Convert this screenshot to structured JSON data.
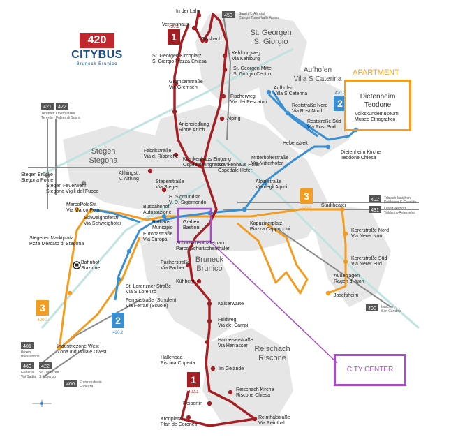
{
  "logo": {
    "route_number": "420",
    "name": "CITYBUS",
    "subtitle": "Bruneck Brunico"
  },
  "districts": [
    {
      "l1": "St. Georgen",
      "l2": "S. Giorgio"
    },
    {
      "l1": "Aufhofen",
      "l2": "Villa S Caterina"
    },
    {
      "l1": "Stegen",
      "l2": "Stegona"
    },
    {
      "l1": "Bruneck",
      "l2": "Brunico"
    },
    {
      "l1": "Reischach",
      "l2": "Riscone"
    }
  ],
  "apartment": {
    "label": "APARTMENT",
    "line1": "Dietenheim",
    "line2": "Teodone"
  },
  "city_center": {
    "label": "CITY CENTER"
  },
  "route_badges": [
    {
      "number": "1",
      "sub": "420.1"
    },
    {
      "number": "1",
      "sub": "420.1"
    },
    {
      "number": "2",
      "sub": "420.2"
    },
    {
      "number": "2",
      "sub": "420.2"
    },
    {
      "number": "3",
      "sub": "420.3"
    },
    {
      "number": "3",
      "sub": "420.3"
    }
  ],
  "regional_lines": [
    {
      "number": "450",
      "l1": "Sand i.T.-Ahrntal",
      "l2": "Campo Tures-Valle Aurina"
    },
    {
      "number": "421",
      "l1": "Terenten",
      "l2": "Terento"
    },
    {
      "number": "422",
      "l1": "Oberpfalzen",
      "l2": "Falzes di Sopra"
    },
    {
      "number": "402",
      "l1": "Toblach-Innichen",
      "l2": "Dobbiaco-S.Candido"
    },
    {
      "number": "431",
      "l1": "Olang-Antholz",
      "l2": "Valdaora-Anterselva"
    },
    {
      "number": "400",
      "l1": "Innichen",
      "l2": "San Candido"
    },
    {
      "number": "401",
      "l1": "Brixen",
      "l2": "Bressanone"
    },
    {
      "number": "460",
      "l1": "Gadertal",
      "l2": "Val Badia"
    },
    {
      "number": "422",
      "l1": "St. Lorenzen",
      "l2": "S. Lorenzo"
    },
    {
      "number": "400",
      "l1": "Franzensfeste",
      "l2": "Fortezza"
    }
  ],
  "stops": [
    {
      "l1": "In der Lahn",
      "l2": ""
    },
    {
      "l1": "Vereinshaus",
      "l2": ""
    },
    {
      "l1": "Gissbach",
      "l2": ""
    },
    {
      "l1": "St. Georgen Kirchplatz",
      "l2": "S. Giorgio Piazza Chiesa"
    },
    {
      "l1": "Kehlburgweg",
      "l2": "Via Kehlburg"
    },
    {
      "l1": "St. Georgen Mitte",
      "l2": "S. Giorgio Centro"
    },
    {
      "l1": "Gremsenstraße",
      "l2": "Via Gremsen"
    },
    {
      "l1": "Fischerweg",
      "l2": "Via dei Pescatori"
    },
    {
      "l1": "Alping",
      "l2": ""
    },
    {
      "l1": "Anichsiedlung",
      "l2": "Rione Anich"
    },
    {
      "l1": "Fabrikstraße",
      "l2": "Via d. Ribbriche"
    },
    {
      "l1": "Krankenhaus Eingang",
      "l2": "Ospedale Ingresso"
    },
    {
      "l1": "Krankenhaus Hofer",
      "l2": "Ospedale Hofer"
    },
    {
      "l1": "Mitterhoferstraße",
      "l2": "Via Mitterhofer"
    },
    {
      "l1": "Hebenstreit",
      "l2": ""
    },
    {
      "l1": "Aufhofen",
      "l2": "Villa S Caterina"
    },
    {
      "l1": "Roststraße Nord",
      "l2": "Via Rost Nord"
    },
    {
      "l1": "Roststraße Süd",
      "l2": "Via Rost Sud"
    },
    {
      "l1": "Volkskundemuseum",
      "l2": "Museo Etnografico"
    },
    {
      "l1": "Dietenheim Kirche",
      "l2": "Teodone Chiesa"
    },
    {
      "l1": "Stegen Brücke",
      "l2": "Stegona Ponte"
    },
    {
      "l1": "Stegen Feuerwehr",
      "l2": "Stegona Vigili del Fuoco"
    },
    {
      "l1": "Althingstr.",
      "l2": "V. Althing"
    },
    {
      "l1": "Stegerstraße",
      "l2": "Via Steger"
    },
    {
      "l1": "H. Sigmundstr.",
      "l2": "V. D. Sigismondo"
    },
    {
      "l1": "Alpinistraße",
      "l2": "Via degli Alpini"
    },
    {
      "l1": "Stadtheater",
      "l2": ""
    },
    {
      "l1": "MarcoPoloStr.",
      "l2": "Via Marco Polo"
    },
    {
      "l1": "Schweighoferstr.",
      "l2": "Via Schweighofer"
    },
    {
      "l1": "Busbahnhof",
      "l2": "Autostazione"
    },
    {
      "l1": "Rathaus",
      "l2": "Municipio"
    },
    {
      "l1": "Graben",
      "l2": "Bastioni"
    },
    {
      "l1": "Kapuzinerplatz",
      "l2": "Piazza Cappuccini"
    },
    {
      "l1": "Stegener Marktplatz",
      "l2": "Pzza Mercato di Stegona"
    },
    {
      "l1": "Europastraße",
      "l2": "Via Europa"
    },
    {
      "l1": "Schurtschenthalerpark",
      "l2": "Parco Schurtschenthaler"
    },
    {
      "l1": "Kerer­straße Nord",
      "l2": "Via Nerer Nord"
    },
    {
      "l1": "Kerer­straße Süd",
      "l2": "Via Nerer Sud"
    },
    {
      "l1": "Bahnhof",
      "l2": "Stazione"
    },
    {
      "l1": "Pacherstraße",
      "l2": "Via Pacher"
    },
    {
      "l1": "Kühberg",
      "l2": ""
    },
    {
      "l1": "Außerragen",
      "l2": "Ragen di fuori"
    },
    {
      "l1": "Josefsheim",
      "l2": ""
    },
    {
      "l1": "St. Lorenzner Straße",
      "l2": "Via S Lorenzo"
    },
    {
      "l1": "Ferraristraße (Schulen)",
      "l2": "Via Ferrari (Scuole)"
    },
    {
      "l1": "Kaiserwarte",
      "l2": ""
    },
    {
      "l1": "Feldweg",
      "l2": "Via dei Campi"
    },
    {
      "l1": "Harrasserstraße",
      "l2": "Via Harrasser"
    },
    {
      "l1": "Industriezone West",
      "l2": "Zona Industriale Ovest"
    },
    {
      "l1": "Hallenbad",
      "l2": "Piscina Coperta"
    },
    {
      "l1": "Im Gelände",
      "l2": ""
    },
    {
      "l1": "Reischach Kirche",
      "l2": "Riscone Chiesa"
    },
    {
      "l1": "Reipertin",
      "l2": ""
    },
    {
      "l1": "Kronplatz",
      "l2": "Plan de Corones"
    },
    {
      "l1": "Reinthalstraße",
      "l2": "Via Reinthal"
    }
  ],
  "colors": {
    "route1": "#a41f24",
    "route2": "#3a8fd3",
    "route3": "#f39c1f",
    "regional": "#8a8a8a",
    "river": "#bfe3e0",
    "district": "#e6e6e6",
    "apartment": "#f39c1f",
    "city_center": "#a94cc7"
  },
  "icons": [
    "train-station-icon",
    "compass-icon"
  ]
}
